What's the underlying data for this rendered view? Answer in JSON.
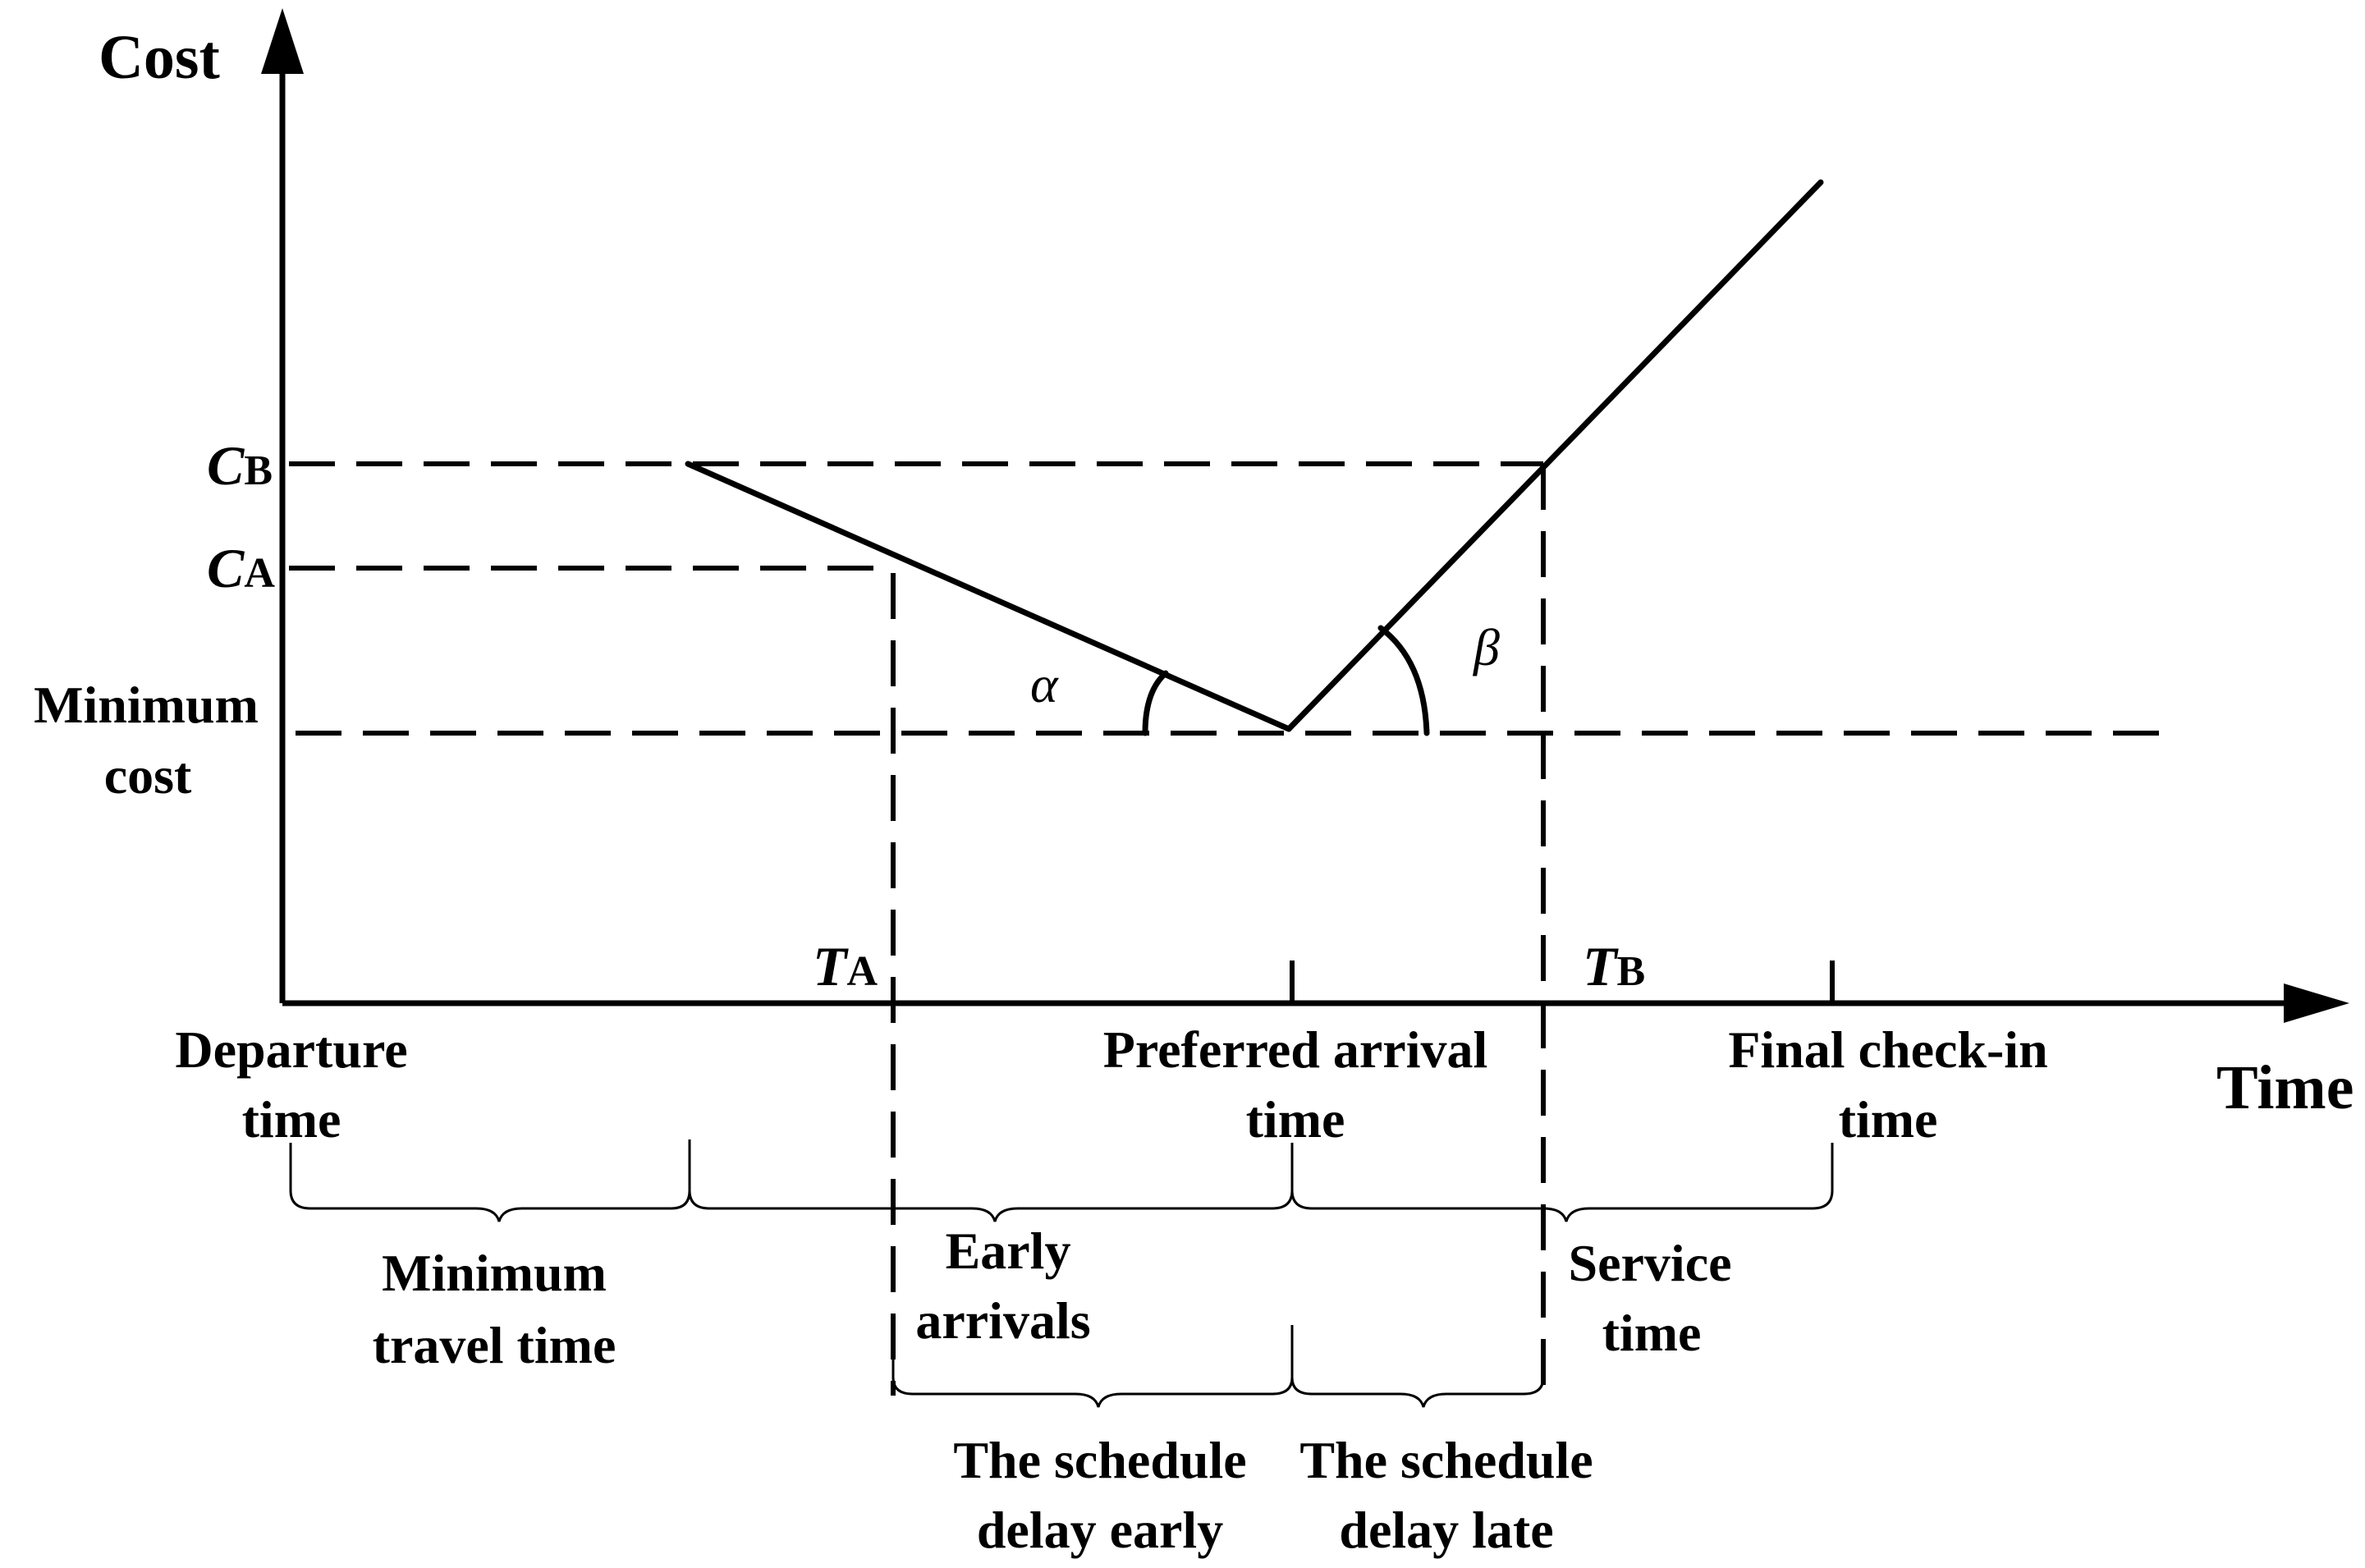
{
  "axes": {
    "y_label": "Cost",
    "x_label": "Time"
  },
  "cost_levels": {
    "cb": {
      "main": "C",
      "sub": "B"
    },
    "ca": {
      "main": "C",
      "sub": "A"
    },
    "min_line1": "Minimum",
    "min_line2": "cost"
  },
  "time_points": {
    "ta": {
      "main": "T",
      "sub": "A"
    },
    "tb": {
      "main": "T",
      "sub": "B"
    }
  },
  "angles": {
    "alpha": "α",
    "beta": "β"
  },
  "x_labels": {
    "departure_1": "Departure",
    "departure_2": "time",
    "preferred_1": "Preferred arrival",
    "preferred_2": "time",
    "checkin_1": "Final check-in",
    "checkin_2": "time"
  },
  "intervals": {
    "min_travel_1": "Minimum",
    "min_travel_2": "travel time",
    "early_1": "Early",
    "early_2": "arrivals",
    "service_1": "Service",
    "service_2": "time",
    "delay_early_1": "The schedule",
    "delay_early_2": "delay early",
    "delay_late_1": "The schedule",
    "delay_late_2": "delay late"
  }
}
